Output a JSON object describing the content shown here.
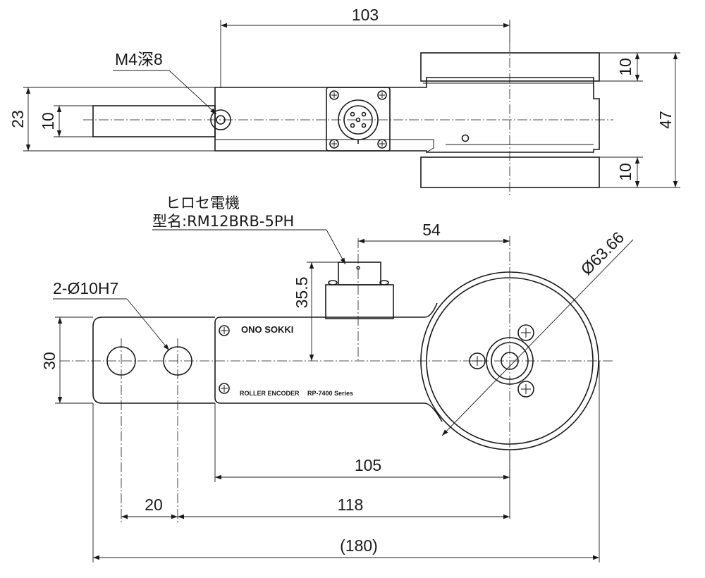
{
  "top_view": {
    "dim_overall_length": "103",
    "dim_height": "23",
    "dim_arm_thickness": "10",
    "dim_total_height": "47",
    "dim_wheel_upper": "10",
    "dim_wheel_lower": "10",
    "tap_label": "M4深8"
  },
  "front_view": {
    "connector_maker": "ヒロセ電機",
    "connector_model": "型名:RM12BRB-5PH",
    "dim_connector_offset": "54",
    "dim_connector_height": "35.5",
    "dim_wheel_diameter": "Ø63.66",
    "hole_label": "2-Ø10H7",
    "dim_arm_width": "30",
    "dim_hole_pitch": "20",
    "dim_body_to_center": "105",
    "dim_hole_to_center": "118",
    "dim_total_length": "(180)",
    "brand_logo": "ONO SOKKI",
    "product_name": "ROLLER ENCODER",
    "series_name": "RP-7400 Series"
  }
}
